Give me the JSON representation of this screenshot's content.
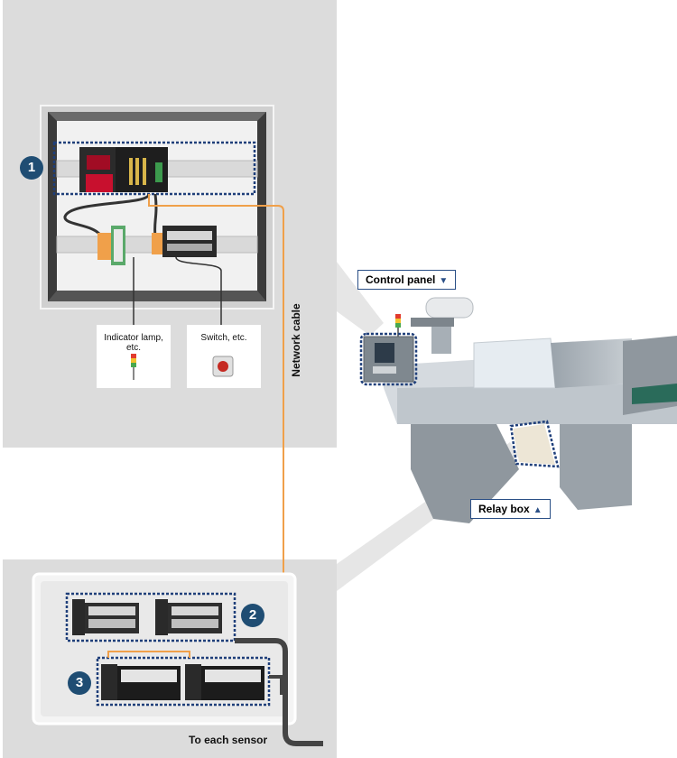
{
  "labels": {
    "indicator": "Indicator lamp, etc.",
    "switch": "Switch, etc.",
    "network_cable": "Network cable",
    "control_panel": "Control panel",
    "relay_box": "Relay box",
    "to_each_sensor": "To each sensor"
  },
  "badges": {
    "one": "1",
    "two": "2",
    "three": "3"
  },
  "icons": {
    "control_panel_arrow": "double-chevron-down-icon",
    "relay_box_arrow": "double-chevron-up-icon"
  },
  "colors": {
    "panel_gray": "#dcdcdc",
    "cable_orange": "#f0a04a",
    "dotted_blue": "#1f3f7a",
    "badge_blue": "#1f4d73"
  }
}
